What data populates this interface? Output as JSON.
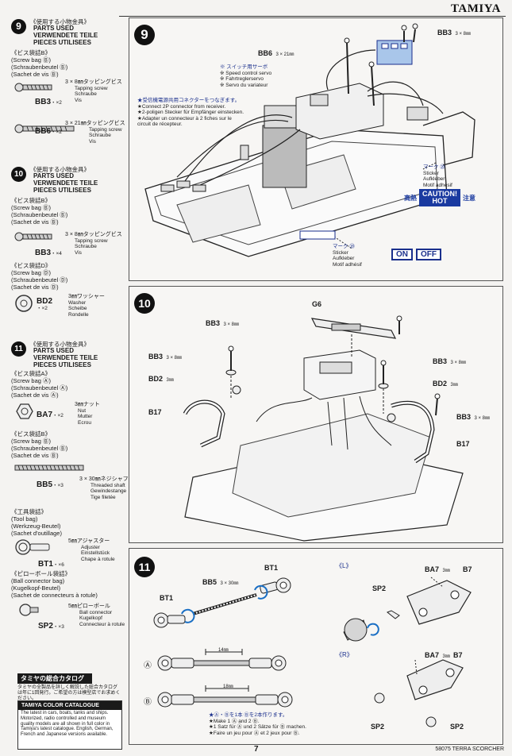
{
  "brand": "TAMIYA",
  "page_number": "7",
  "footer": "58075 TERRA SCORCHER",
  "left": {
    "s9": {
      "num": "9",
      "jp": "《使用する小物金具》",
      "title1": "PARTS USED",
      "title2": "VERWENDETE TEILE",
      "title3": "PIECES UTILISEES",
      "bag": [
        "《ビス袋詰B》",
        "(Screw bag Ⓑ)",
        "(Schraubenbeutel Ⓑ)",
        "(Sachet de vis Ⓑ)"
      ],
      "p1": {
        "code": "BB3",
        "qty": "・×2",
        "spec": "3 × 8㎜タッピングビス",
        "desc": [
          "Tapping screw",
          "Schraube",
          "Vis"
        ]
      },
      "p2": {
        "code": "BB6",
        "qty": "・×2",
        "spec": "3 × 21㎜タッピングビス",
        "desc": [
          "Tapping screw",
          "Schraube",
          "Vis"
        ]
      }
    },
    "s10": {
      "num": "10",
      "jp": "《使用する小物金具》",
      "title1": "PARTS USED",
      "title2": "VERWENDETE TEILE",
      "title3": "PIECES UTILISEES",
      "bag1": [
        "《ビス袋詰B》",
        "(Screw bag Ⓑ)",
        "(Schraubenbeutel Ⓑ)",
        "(Sachet de vis Ⓑ)"
      ],
      "p1": {
        "code": "BB3",
        "qty": "・×4",
        "spec": "3 × 8㎜タッピングビス",
        "desc": [
          "Tapping screw",
          "Schraube",
          "Vis"
        ]
      },
      "bag2": [
        "《ビス袋詰D》",
        "(Screw bag Ⓓ)",
        "(Schraubenbeutel Ⓓ)",
        "(Sachet de vis Ⓓ)"
      ],
      "p2": {
        "code": "BD2",
        "qty": "・×2",
        "spec": "3㎜ワッシャー",
        "desc": [
          "Washer",
          "Scheibe",
          "Rondelle"
        ]
      }
    },
    "s11": {
      "num": "11",
      "jp": "《使用する小物金具》",
      "title1": "PARTS USED",
      "title2": "VERWENDETE TEILE",
      "title3": "PIECES UTILISEES",
      "bag1": [
        "《ビス袋詰A》",
        "(Screw bag Ⓐ)",
        "(Schraubenbeutel Ⓐ)",
        "(Sachet de vis Ⓐ)"
      ],
      "p1": {
        "code": "BA7",
        "qty": "・×2",
        "spec": "3㎜ナット",
        "desc": [
          "Nut",
          "Mutter",
          "Ecrou"
        ]
      },
      "bag2": [
        "《ビス袋詰B》",
        "(Screw bag Ⓑ)",
        "(Schraubenbeutel Ⓑ)",
        "(Sachet de vis Ⓑ)"
      ],
      "p2": {
        "code": "BB5",
        "qty": "・×3",
        "spec": "3 × 30㎜ネジシャフト",
        "desc": [
          "Threaded shaft",
          "Gewindestange",
          "Tige filetée"
        ]
      },
      "bag3": [
        "《工具袋詰》",
        "(Tool bag)",
        "(Werkzeug-Beutel)",
        "(Sachet d'outillage)"
      ],
      "p3": {
        "code": "BT1",
        "qty": "・×6",
        "spec": "5㎜アジャスター",
        "desc": [
          "Adjuster",
          "Einstellstück",
          "Chape à rotule"
        ]
      },
      "bag4": [
        "《ピローボール袋詰》",
        "(Ball connector bag)",
        "(Kugelkopf-Beutel)",
        "(Sachet de connecteurs à rotule)"
      ],
      "p4": {
        "code": "SP2",
        "qty": "・×3",
        "spec": "5㎜ピローボール",
        "desc": [
          "Ball connector",
          "Kugelkopf",
          "Connecteur à rotule"
        ]
      }
    },
    "catalogue": {
      "jp_title": "タミヤの総合カタログ",
      "jp_text": "タミヤの全製品を詳しく解説した総合カタログは年に1回発行。ご希望の方は模型店でお求めください。",
      "title": "TAMIYA COLOR CATALOGUE",
      "text": "The latest in cars, boats, tanks and ships. Motorized, radio controlled and museum quality models are all shown in full color in Tamiya's latest catalogue. English, German, French and Japanese versions available."
    }
  },
  "step9": {
    "num": "9",
    "bb6": "BB6",
    "bb6_spec": "3 × 21㎜",
    "bb3": "BB3",
    "bb3_spec": "3 × 8㎜",
    "servo": [
      "※ スイッチ用サーボ",
      "※ Speed control servo",
      "※ Fahrtreglerservo",
      "※ Servo du variateur"
    ],
    "connector": [
      "★受信機電源共用コネクターをつなぎます。",
      "★Connect 2P connector from receiver.",
      "★2-poligen Stecker für Empfänger einstecken.",
      "★Adapter un connecteur à 2 fiches sur le",
      "  circuit de récepteur."
    ],
    "mark20a": [
      "マーク ⑳",
      "Sticker",
      "Aufkleber",
      "Motif adhésif"
    ],
    "caution_jp_left": "高熱",
    "caution_en": "CAUTION!",
    "caution_en2": "HOT",
    "caution_jp_right": "注意",
    "mark20b": [
      "マーク ⑳",
      "Sticker",
      "Aufkleber",
      "Motif adhésif"
    ],
    "on": "ON",
    "off": "OFF"
  },
  "step10": {
    "num": "10",
    "g6": "G6",
    "bb3_a": "BB3",
    "bb3_a_spec": "3 × 8㎜",
    "bb3_b": "BB3",
    "bb3_b_spec": "3 × 8㎜",
    "bb3_c": "BB3",
    "bb3_c_spec": "3 × 8㎜",
    "bb3_d": "BB3",
    "bb3_d_spec": "3 × 8㎜",
    "bd2_a": "BD2",
    "bd2_a_spec": "3㎜",
    "bd2_b": "BD2",
    "bd2_b_spec": "3㎜",
    "b17_a": "B17",
    "b17_b": "B17"
  },
  "step11": {
    "num": "11",
    "bt1_a": "BT1",
    "bt1_b": "BT1",
    "bb5": "BB5",
    "bb5_spec": "3 × 30㎜",
    "left_label": "《L》",
    "right_label": "《R》",
    "sp2_a": "SP2",
    "sp2_b": "SP2",
    "sp2_c": "SP2",
    "ba7_a": "BA7",
    "ba7_a_spec": "3㎜",
    "ba7_b": "BA7",
    "ba7_b_spec": "3㎜",
    "b7_a": "B7",
    "b7_b": "B7",
    "dimA_label": "Ⓐ",
    "dimA": "14㎜",
    "dimB_label": "Ⓑ",
    "dimB": "18㎜",
    "make_note": [
      "★Ⓐ・Ⓑを1本 Ⓑを2本作ります。",
      "★Make 1 Ⓐ and 2 Ⓑ.",
      "★1 Satz für Ⓐ und 2 Sätze für Ⓑ machen.",
      "★Faire un jeu pour Ⓐ et 2 jeux pour Ⓑ."
    ]
  }
}
